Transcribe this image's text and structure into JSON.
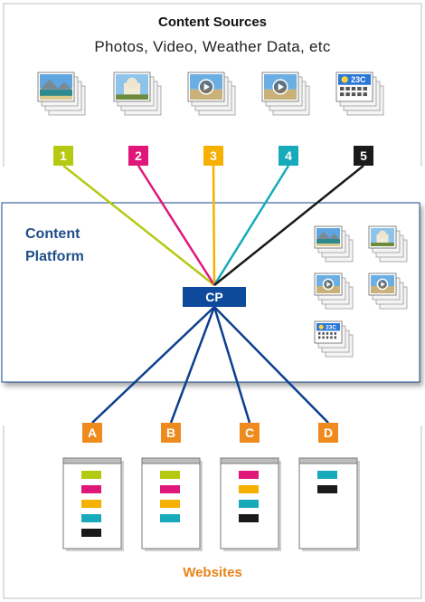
{
  "sources": {
    "title": "Content Sources",
    "subtitle": "Photos, Video, Weather Data, etc",
    "items": [
      {
        "number": "1",
        "color": "#b5c912",
        "icon": "landscape-photo-icon"
      },
      {
        "number": "2",
        "color": "#e0177a",
        "icon": "building-photo-icon"
      },
      {
        "number": "3",
        "color": "#f6b100",
        "icon": "video-play-icon"
      },
      {
        "number": "4",
        "color": "#17aabb",
        "icon": "video-play-icon"
      },
      {
        "number": "5",
        "color": "#1a1a1a",
        "icon": "weather-icon"
      }
    ],
    "weather_temp": "23C"
  },
  "platform": {
    "label_line1": "Content",
    "label_line2": "Platform",
    "hub_label": "CP",
    "hub_color": "#0d4a9b",
    "line_color": "#0d3f8f"
  },
  "websites": {
    "title": "Websites",
    "badge_color": "#ef8a1f",
    "items": [
      {
        "label": "A",
        "blocks": [
          "#b5c912",
          "#e0177a",
          "#f6b100",
          "#17aabb",
          "#1a1a1a"
        ]
      },
      {
        "label": "B",
        "blocks": [
          "#b5c912",
          "#e0177a",
          "#f6b100",
          "#17aabb"
        ]
      },
      {
        "label": "C",
        "blocks": [
          "#e0177a",
          "#f6b100",
          "#17aabb",
          "#1a1a1a"
        ]
      },
      {
        "label": "D",
        "blocks": [
          "#17aabb",
          "#1a1a1a"
        ]
      }
    ]
  }
}
